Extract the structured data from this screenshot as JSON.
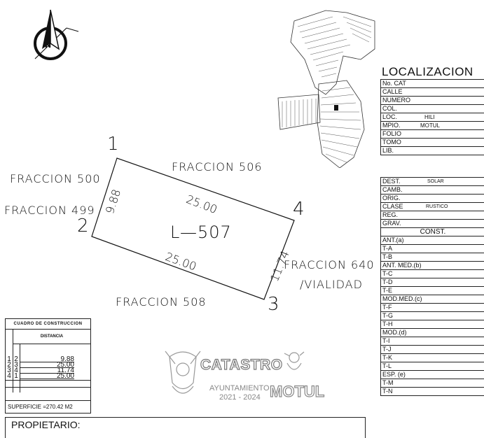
{
  "plan": {
    "lot_label": "L—507",
    "vertices": [
      "1",
      "2",
      "3",
      "4"
    ],
    "neighbors": {
      "top": "FRACCION 506",
      "left_upper": "FRACCION 500",
      "left_lower": "FRACCION 499",
      "right": "FRACCION 640",
      "right_sub": "/VIALIDAD",
      "bottom": "FRACCION 508"
    },
    "measures": {
      "top": "25.00",
      "bottom": "25.00",
      "left": "9.88",
      "right": "11.74"
    }
  },
  "localizacion": {
    "title": "LOCALIZACION",
    "rows": [
      {
        "label": "No. CAT",
        "value": ""
      },
      {
        "label": "CALLE",
        "value": ""
      },
      {
        "label": "NUMERO",
        "value": ""
      },
      {
        "label": "COL.",
        "value": ""
      },
      {
        "label": "LOC.",
        "value": "HILI"
      },
      {
        "label": "MPIO.",
        "value": "MOTUL"
      },
      {
        "label": "FOLIO",
        "value": ""
      },
      {
        "label": "TOMO",
        "value": ""
      },
      {
        "label": "LIB.",
        "value": ""
      }
    ]
  },
  "uso": {
    "rows": [
      {
        "label": "DEST.",
        "value": "SOLAR"
      },
      {
        "label": "CAMB.",
        "value": ""
      },
      {
        "label": "ORIG.",
        "value": ""
      },
      {
        "label": "CLASE",
        "value": "RUSTICO"
      },
      {
        "label": "REG.",
        "value": ""
      },
      {
        "label": "GRAV.",
        "value": ""
      }
    ],
    "const_title": "CONST.",
    "const_rows": [
      "ANT.(a)",
      "T-A",
      "T-B",
      "ANT. MED.(b)",
      "T-C",
      "T-D",
      "T-E",
      "MOD.MED.(c)",
      "T-F",
      "T-G",
      "T-H",
      "MOD.(d)",
      "T-I",
      "T-J",
      "T-K",
      "T-L",
      "ESP. (e)",
      "T-M",
      "T-N"
    ]
  },
  "cuadro": {
    "title": "CUADRO DE CONSTRUCCION",
    "subtitle": "DISTANCIA",
    "rows": [
      {
        "from": "1",
        "to": "2",
        "dist": "9.88"
      },
      {
        "from": "2",
        "to": "3",
        "dist": "25.00"
      },
      {
        "from": "3",
        "to": "4",
        "dist": "11.74"
      },
      {
        "from": "4",
        "to": "1",
        "dist": "25.00"
      }
    ],
    "superficie": "SUPERFICIE =270.42 M2"
  },
  "logo": {
    "name": "CATASTRO",
    "ayuntamiento": "AYUNTAMIENTO",
    "period": "2021 - 2024",
    "city": "MOTUL"
  },
  "owner_label": "PROPIETARIO:",
  "north_letter": "N"
}
